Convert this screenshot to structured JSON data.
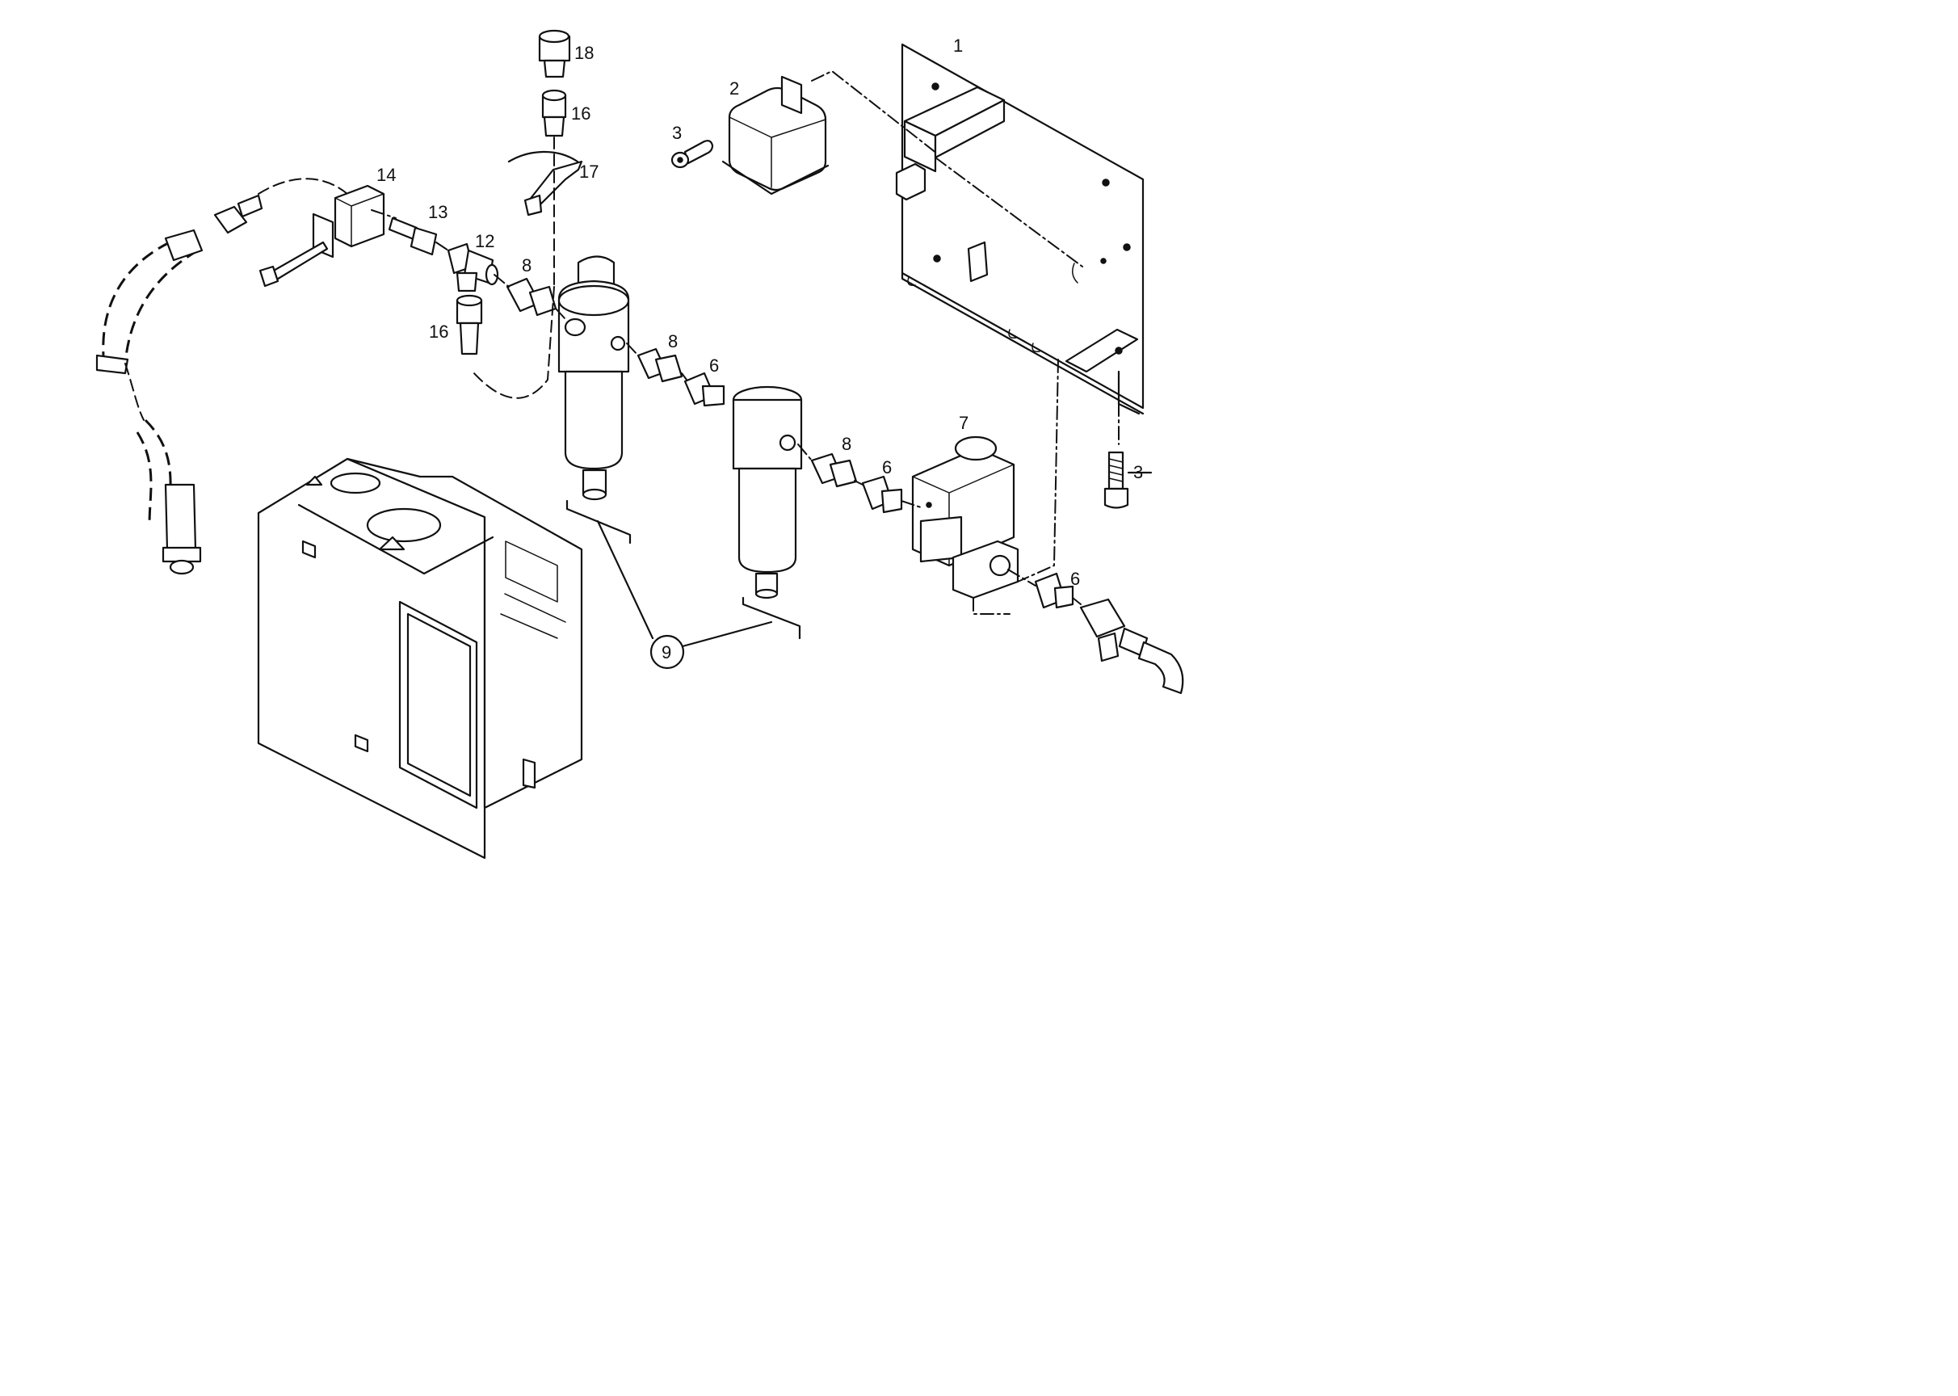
{
  "callouts": {
    "c1": "1",
    "c2": "2",
    "c3a": "3",
    "c3b": "3",
    "c6a": "6",
    "c6b": "6",
    "c6c": "6",
    "c7": "7",
    "c8a": "8",
    "c8b": "8",
    "c8c": "8",
    "c9": "9",
    "c12": "12",
    "c13": "13",
    "c14": "14",
    "c16a": "16",
    "c16b": "16",
    "c17": "17",
    "c18": "18"
  }
}
